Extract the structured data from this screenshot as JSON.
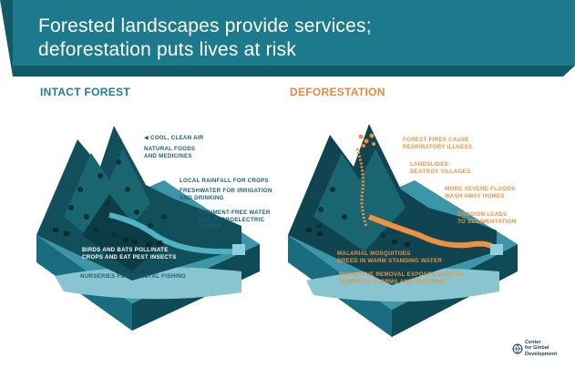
{
  "header": {
    "title_line1": "Forested landscapes provide services;",
    "title_line2": "deforestation puts lives at risk"
  },
  "intact": {
    "title": "INTACT FOREST",
    "labels": {
      "air": "COOL, CLEAN AIR",
      "foods": "NATURAL FOODS\nAND MEDICINES",
      "rainfall": "LOCAL RAINFALL FOR CROPS",
      "freshwater": "FRESHWATER FOR IRRIGATION\nAND DRINKING",
      "sediment": "SEDIMENT-FREE WATER\nFOR HYDROELECTRIC\nPOWER",
      "birds": "BIRDS AND BATS POLLINATE\nCROPS AND EAT PEST INSECTS",
      "nurseries": "NURSERIES FOR COASTAL FISHING"
    }
  },
  "deforestation": {
    "title": "DEFORESTATION",
    "labels": {
      "fires": "FOREST FIRES CAUSE\nRESPIRATORY ILLNESS",
      "landslides": "LANDSLIDES\nDESTROY VILLAGES",
      "floods": "MORE SEVERE FLOODS\nWASH AWAY HOMES",
      "erosion": "EROSION LEADS\nTO SEDIMENTATION",
      "mosquitoes": "MALARIAL MOSQUITOES\nBREED IN WARM STANDING WATER",
      "mangrove": "MANGROVE REMOVAL EXPOSES COASTAL\nTOWNS TO STORMS AND TSUNAMIS"
    }
  },
  "logo": {
    "text": "Center\nfor Global\nDevelopment",
    "icon": "globe-icon"
  },
  "colors": {
    "header_bg": "#1d7a8c",
    "header_fold": "#135a68",
    "intact_accent": "#1f7f91",
    "deforest_accent": "#e8873a",
    "water": "#4aa7b8",
    "mountain_dark": "#0f4b55",
    "mountain_mid": "#1f6b74"
  }
}
